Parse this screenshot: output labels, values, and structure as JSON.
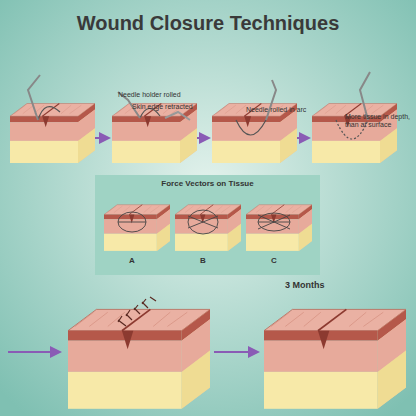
{
  "diagram": {
    "title": "Wound Closure Techniques",
    "nodes": [
      {
        "text": [
          "Force Vectors on Tissue"
        ]
      }
    ],
    "labels": [
      "Needle holder rolled",
      "Skin edge retracted",
      "Needle rolled in arc",
      "More tissue in depth, than at surface",
      "A",
      "B",
      "C",
      "3 Months"
    ]
  }
}
